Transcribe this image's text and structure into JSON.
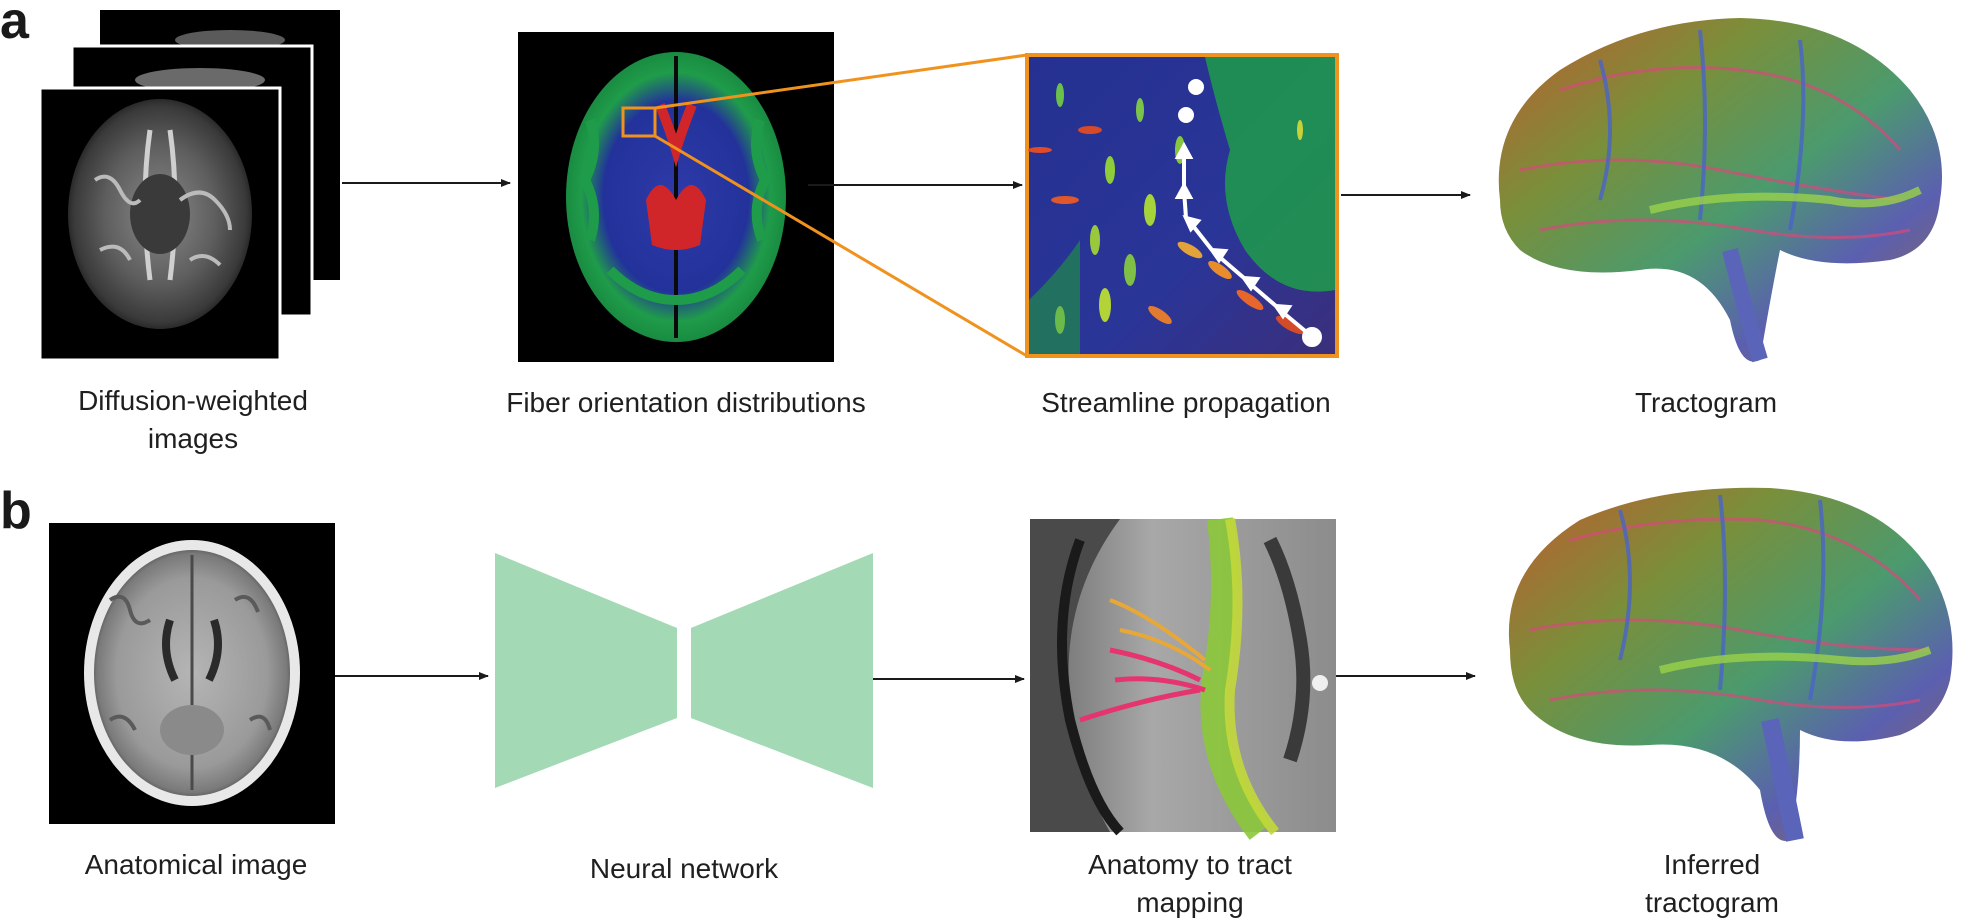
{
  "panels": {
    "a": {
      "letter": "a",
      "steps": [
        {
          "label_lines": [
            "Diffusion-weighted",
            "images"
          ]
        },
        {
          "label_lines": [
            "Fiber orientation distributions"
          ]
        },
        {
          "label_lines": [
            "Streamline propagation"
          ]
        },
        {
          "label_lines": [
            "Tractogram"
          ]
        }
      ]
    },
    "b": {
      "letter": "b",
      "steps": [
        {
          "label_lines": [
            "Anatomical image"
          ]
        },
        {
          "label_lines": [
            "Neural network"
          ]
        },
        {
          "label_lines": [
            "Anatomy to tract",
            "mapping"
          ]
        },
        {
          "label_lines": [
            "Inferred",
            "tractogram"
          ]
        }
      ]
    }
  },
  "colors": {
    "arrow": "#1a1a1a",
    "zoom_frame": "#f0921e",
    "network": "#a3d9b5"
  }
}
